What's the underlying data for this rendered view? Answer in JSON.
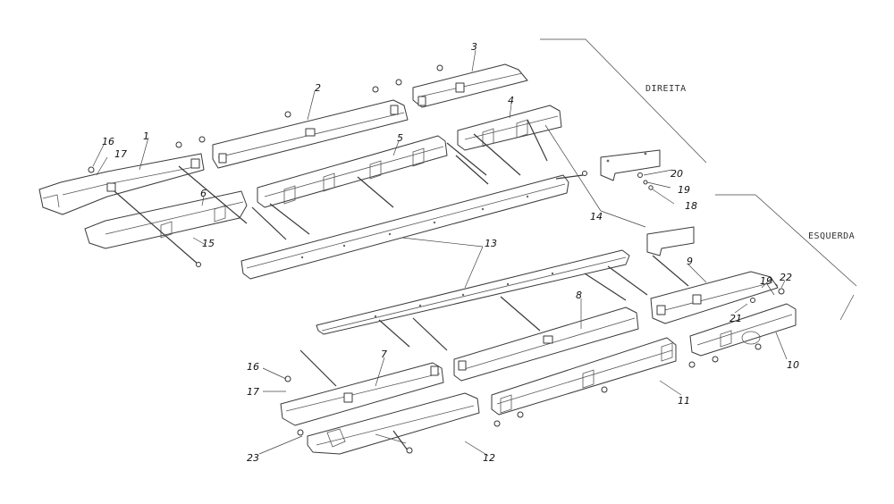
{
  "side_labels": {
    "right": "DIREITA",
    "left": "ESQUERDA"
  },
  "callouts": {
    "c1": "1",
    "c2": "2",
    "c3": "3",
    "c4": "4",
    "c5": "5",
    "c6": "6",
    "c7": "7",
    "c8": "8",
    "c9": "9",
    "c10": "10",
    "c11": "11",
    "c12": "12",
    "c13": "13",
    "c14": "14",
    "c15": "15",
    "c16a": "16",
    "c16b": "16",
    "c17a": "17",
    "c17b": "17",
    "c18": "18",
    "c19a": "19",
    "c19b": "19",
    "c20": "20",
    "c21": "21",
    "c22": "22",
    "c23": "23"
  }
}
